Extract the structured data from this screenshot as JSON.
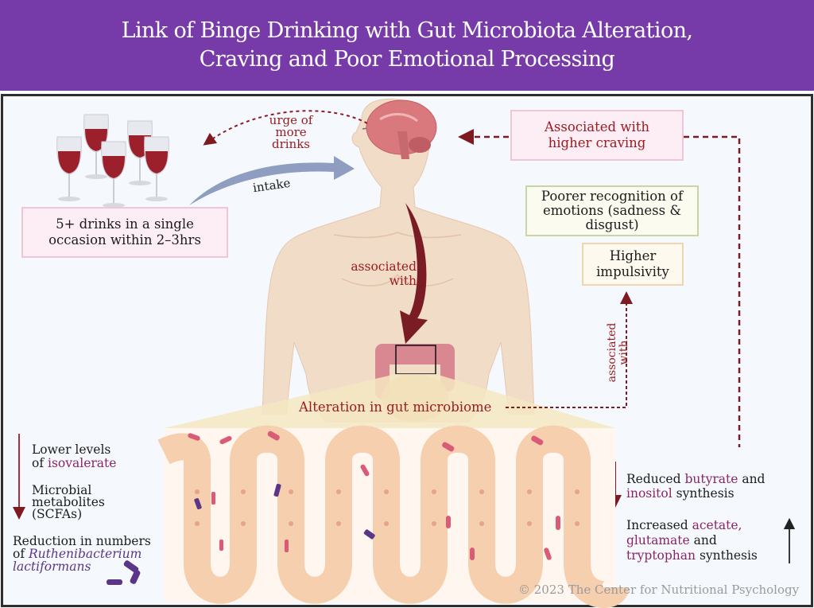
{
  "header": {
    "title_line1": "Link of Binge Drinking with Gut Microbiota Alteration,",
    "title_line2": "Craving and Poor Emotional Processing",
    "background_color": "#763ba8"
  },
  "colors": {
    "accent_red": "#9b1c20",
    "highlight_purple": "#8a2466",
    "intake_arrow": "#8e9dc0",
    "panel_bg": "#f5f9fd"
  },
  "drinks": {
    "glass_count": 5,
    "box_line1": "5+ drinks in a single",
    "box_line2": "occasion within 2–3hrs"
  },
  "arrows": {
    "intake_label": "intake",
    "urge_label_line1": "urge of more",
    "urge_label_line2": "drinks",
    "brain_gut_label_line1": "associated",
    "brain_gut_label_line2": "with",
    "gut_effects_label_line1": "associated",
    "gut_effects_label_line2": "with"
  },
  "outcomes": {
    "craving_line1": "Associated with",
    "craving_line2": "higher craving",
    "emotion_line1": "Poorer recognition of",
    "emotion_line2": "emotions (sadness &",
    "emotion_line3": "disgust)",
    "impulsivity_line1": "Higher",
    "impulsivity_line2": "impulsivity"
  },
  "gut": {
    "title": "Alteration in gut microbiome"
  },
  "left_findings": {
    "lower_prefix": "Lower levels",
    "lower_of": "of ",
    "lower_highlight": "isovalerate",
    "metabolites_line1": "Microbial",
    "metabolites_line2": "metabolites",
    "metabolites_line3": "(SCFAs)",
    "reduction_line1": "Reduction in numbers",
    "reduction_of": "of ",
    "species_line1": "Ruthenibacterium",
    "species_line2": "lactiformans"
  },
  "right_findings": {
    "reduced_word": "Reduced ",
    "reduced_h1": "butyrate",
    "reduced_and": " and",
    "reduced_h2": "inositol",
    "reduced_tail": " synthesis",
    "increased_word": "Increased ",
    "increased_h1": "acetate,",
    "increased_h2": "glutamate",
    "increased_and": " and",
    "increased_h3": "tryptophan",
    "increased_tail": " synthesis"
  },
  "footer": {
    "copyright": "© 2023 The Center for Nutritional Psychology"
  }
}
